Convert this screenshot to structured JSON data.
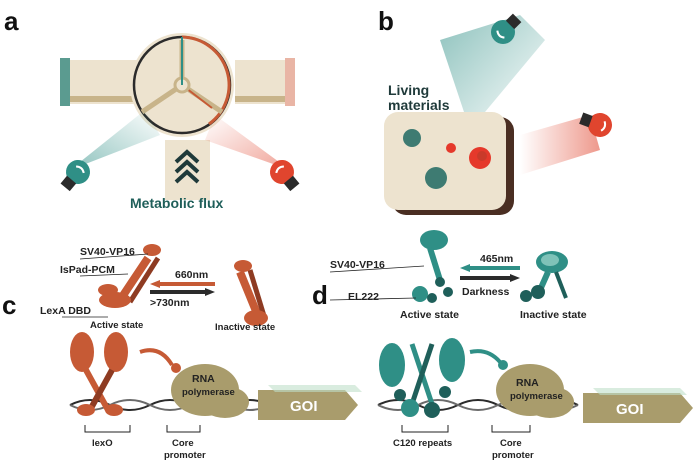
{
  "panels": {
    "a": "a",
    "b": "b",
    "c": "c",
    "d": "d"
  },
  "panel_a": {
    "caption": "Metabolic flux"
  },
  "panel_b": {
    "caption_line1": "Living",
    "caption_line2": "materials"
  },
  "panel_c": {
    "labels": {
      "vp16": "SV40-VP16",
      "pcm": "IsPad-PCM",
      "dbd": "LexA DBD",
      "wl_forward": "660nm",
      "wl_reverse": ">730nm",
      "active": "Active state",
      "inactive": "Inactive state",
      "operator": "lexO",
      "promoter_l1": "Core",
      "promoter_l2": "promoter",
      "rna_l1": "RNA",
      "rna_l2": "polymerase",
      "goi": "GOI"
    }
  },
  "panel_d": {
    "labels": {
      "vp16": "SV40-VP16",
      "el222": "EL222",
      "wl_forward": "465nm",
      "wl_reverse": "Darkness",
      "active": "Active state",
      "inactive": "Inactive state",
      "operator": "C120 repeats",
      "promoter_l1": "Core",
      "promoter_l2": "promoter",
      "rna_l1": "RNA",
      "rna_l2": "polymerase",
      "goi": "GOI"
    }
  },
  "colors": {
    "orange": "#c65a35",
    "orange_dark": "#8e3b22",
    "teal": "#2f8f86",
    "teal_dark": "#1f5f5a",
    "beige": "#ede3cf",
    "tan": "#c8b48a",
    "olive": "#a99c6c",
    "dark": "#2b2b2b",
    "light_red": "#e5392b"
  }
}
